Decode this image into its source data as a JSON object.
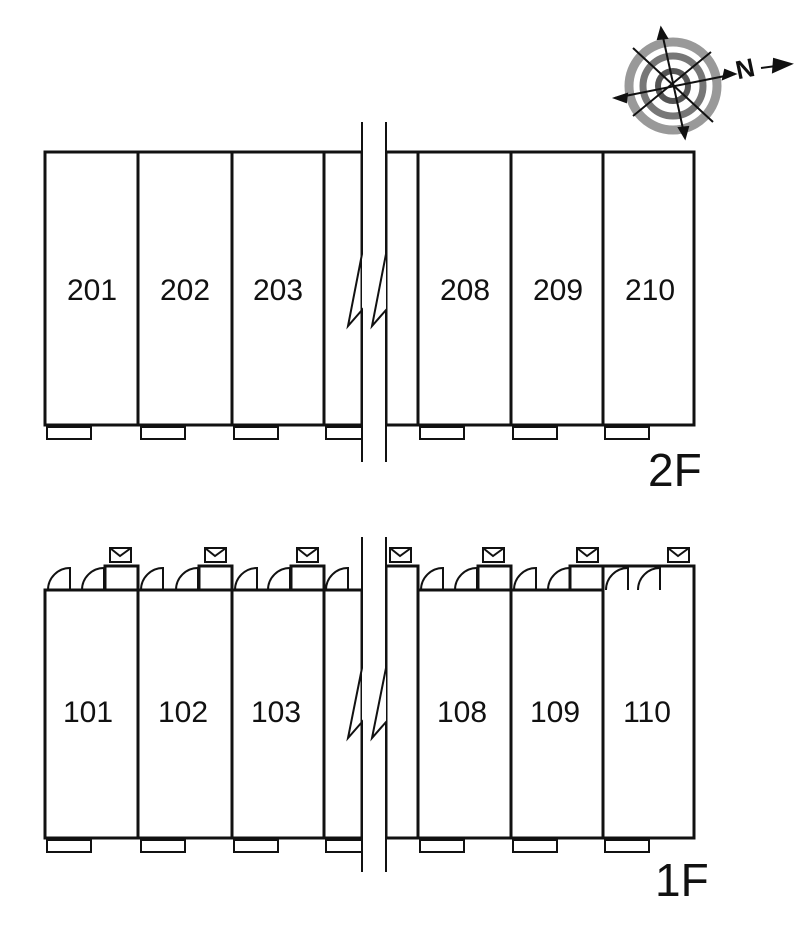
{
  "compass": {
    "north_label": "N",
    "icon": "compass-rose-icon"
  },
  "floors": [
    {
      "id": "2F",
      "label": "2F",
      "units": [
        "201",
        "202",
        "203",
        "208",
        "209",
        "210"
      ]
    },
    {
      "id": "1F",
      "label": "1F",
      "units": [
        "101",
        "102",
        "103",
        "108",
        "109",
        "110"
      ]
    }
  ],
  "colors": {
    "line": "#111111",
    "background": "#ffffff",
    "compass_ring": "#888888"
  }
}
